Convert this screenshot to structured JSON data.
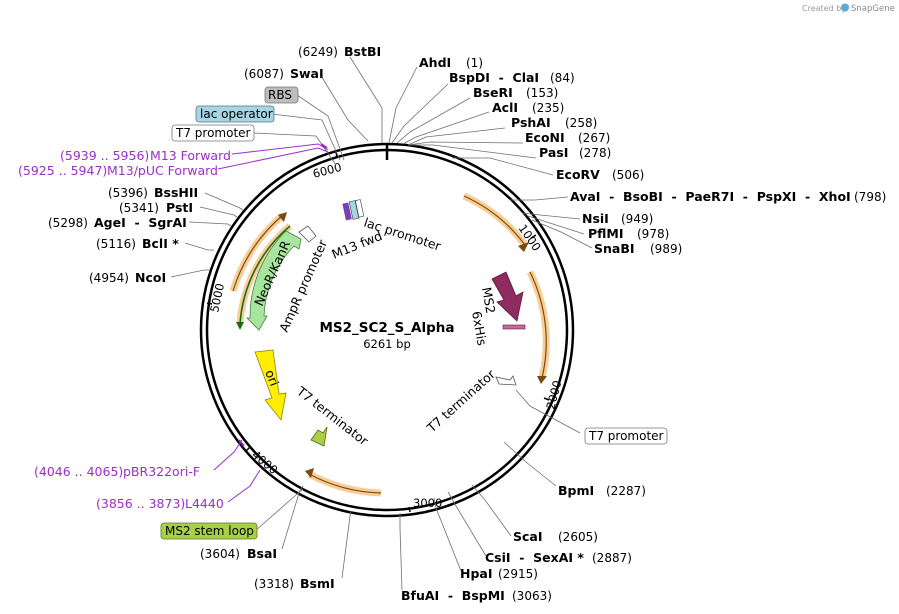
{
  "watermark": {
    "text": "Created by",
    "brand": "SnapGene"
  },
  "plasmid": {
    "name": "MS2_SC2_S_Alpha",
    "size_label": "6261 bp",
    "length": 6261
  },
  "scale_ticks": [
    {
      "label": "1000",
      "bp": 1000
    },
    {
      "label": "2000",
      "bp": 2000
    },
    {
      "label": "3000",
      "bp": 3000
    },
    {
      "label": "4000",
      "bp": 4000
    },
    {
      "label": "5000",
      "bp": 5000
    },
    {
      "label": "6000",
      "bp": 6000
    }
  ],
  "sites": [
    {
      "name": "BstBI",
      "pos": "(6249)",
      "bp": 6249
    },
    {
      "name": "SwaI",
      "pos": "(6087)",
      "bp": 6087
    },
    {
      "name": "AhdI",
      "pos": "(1)",
      "bp": 1
    },
    {
      "name": "BspDI  -  ClaI",
      "pos": "(84)",
      "bp": 84
    },
    {
      "name": "BseRI",
      "pos": "(153)",
      "bp": 153
    },
    {
      "name": "AclI",
      "pos": "(235)",
      "bp": 235
    },
    {
      "name": "PshAI",
      "pos": "(258)",
      "bp": 258
    },
    {
      "name": "EcoNI",
      "pos": "(267)",
      "bp": 267
    },
    {
      "name": "PasI",
      "pos": "(278)",
      "bp": 278
    },
    {
      "name": "EcoRV",
      "pos": "(506)",
      "bp": 506
    },
    {
      "name": "AvaI  -  BsoBI  -  PaeR7I  -  PspXI  -  XhoI",
      "pos": "(798)",
      "bp": 798
    },
    {
      "name": "NsiI",
      "pos": "(949)",
      "bp": 949
    },
    {
      "name": "PflMI",
      "pos": "(978)",
      "bp": 978
    },
    {
      "name": "SnaBI",
      "pos": "(989)",
      "bp": 989
    },
    {
      "name": "BpmI",
      "pos": "(2287)",
      "bp": 2287
    },
    {
      "name": "ScaI",
      "pos": "(2605)",
      "bp": 2605
    },
    {
      "name": "CsiI  -  SexAI *",
      "pos": "(2887)",
      "bp": 2887
    },
    {
      "name": "HpaI",
      "pos": "(2915)",
      "bp": 2915
    },
    {
      "name": "BfuAI  -  BspMI",
      "pos": "(3063)",
      "bp": 3063
    },
    {
      "name": "BsmI",
      "pos": "(3318)",
      "bp": 3318
    },
    {
      "name": "BsaI",
      "pos": "(3604)",
      "bp": 3604
    },
    {
      "name": "NcoI",
      "pos": "(4954)",
      "bp": 4954
    },
    {
      "name": "BclI *",
      "pos": "(5116)",
      "bp": 5116
    },
    {
      "name": "AgeI  -  SgrAI",
      "pos": "(5298)",
      "bp": 5298
    },
    {
      "name": "PstI",
      "pos": "(5341)",
      "bp": 5341
    },
    {
      "name": "BssHII",
      "pos": "(5396)",
      "bp": 5396
    }
  ],
  "primers": [
    {
      "range": "(5939 .. 5956)",
      "name": "M13 Forward"
    },
    {
      "range": "(5925 .. 5947)",
      "name": "M13/pUC Forward"
    },
    {
      "range": "(4046 .. 4065)",
      "name": "pBR322ori-F"
    },
    {
      "range": "(3856 .. 3873)",
      "name": "L4440"
    }
  ],
  "boxed_features": [
    {
      "name": "RBS",
      "fill": "#bdbdbd"
    },
    {
      "name": "lac operator",
      "fill": "#a8d5e2"
    },
    {
      "name": "T7 promoter",
      "fill": "#ffffff"
    },
    {
      "name": "T7 promoter",
      "fill": "#ffffff"
    },
    {
      "name": "MS2 stem loop",
      "fill": "#a8cf45"
    }
  ],
  "features": [
    {
      "name": "lac promoter"
    },
    {
      "name": "M13 fwd"
    },
    {
      "name": "NeoR/KanR",
      "color": "#a8e6a0"
    },
    {
      "name": "AmpR promoter"
    },
    {
      "name": "ori",
      "color": "#ffee00"
    },
    {
      "name": "T7 terminator"
    },
    {
      "name": "T7 terminator"
    },
    {
      "name": "MS2",
      "color": "#8e2b5f"
    },
    {
      "name": "6xHis",
      "color": "#8e2b5f"
    }
  ],
  "colors": {
    "orf": "#f4a640",
    "primer": "#9b2fc8",
    "backbone": "#000000"
  }
}
